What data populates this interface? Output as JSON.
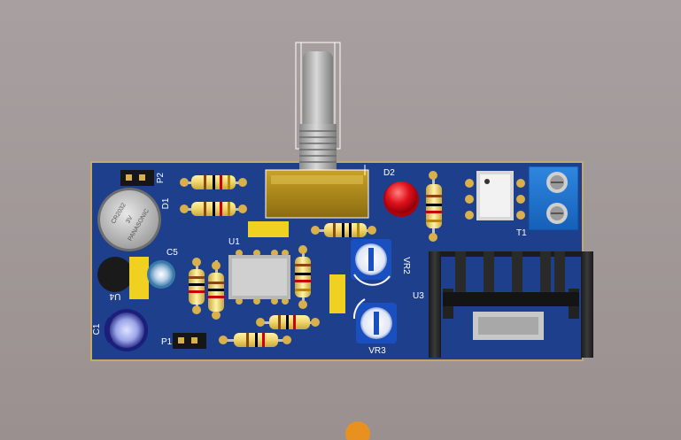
{
  "viewer": {
    "background_color": "#a29898"
  },
  "pcb": {
    "board_color": "#1d3f8c",
    "labels": {
      "p2": "P2",
      "d1": "D1",
      "d2": "D2",
      "u1": "U1",
      "c5": "C5",
      "u4": "U4",
      "c1": "C1",
      "p1": "P1",
      "vr2": "VR2",
      "vr3": "VR3",
      "u3": "U3",
      "t1": "T1"
    },
    "battery_text": [
      "CR2032",
      "3V",
      "PANASONIC"
    ]
  }
}
